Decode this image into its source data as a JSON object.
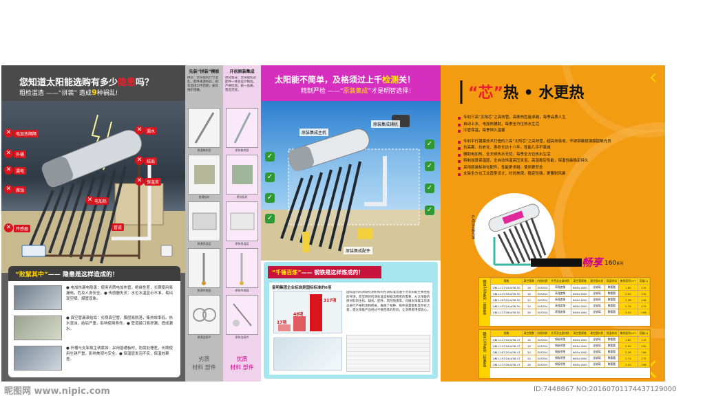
{
  "panel1": {
    "title_pre": "您知道太阳能选购有多少",
    "title_highlight": "隐患",
    "title_post": "吗？",
    "subtitle_pre": "粗检滥造 ——“拼装” 造成",
    "subtitle_num": "9",
    "subtitle_post": "种祸乱!",
    "tags": [
      "电加热隔隔",
      "漏水",
      "外桶",
      "漏电",
      "腐蚀",
      "结垢",
      "保温差",
      "电加热",
      "传感器",
      "管道"
    ],
    "box_title_pre": "“败絮其中”",
    "box_title_post": "—— 隐患是这样造成的！",
    "faults": [
      "● 电加热漏电隐患：使用劣质电加热管，绝缘性差，长期使用易漏电，危及人身安全。● 传感器失灵：水位水温显示不准，易出现空晒、爆管现象。",
      "● 真空管漏滚结垢：劣质真空管，膜层易脱落，集热效率低。热水混浊，结垢严重，影响使用寿命。● 管道接口易渗漏，造成漏水。",
      "● 外桶与支架易生锈腐蚀：采用普通板材，防腐处理差，长期使用生锈严重，影响美观与安全。● 保温层发泡不实，保温效果差。"
    ]
  },
  "panel2": {
    "colA_title": "先装“拼装”模板",
    "colB_title": "开创原装集成",
    "colA_text": "拼装：太阳能机尺寸混乱，配件来源各异，组装后接口不匹配，安装维护困难。",
    "colB_text": "原装集成：太阳能机及配件一体化设计制造，严格检测，统一品质，售后无忧。",
    "colA_caps": [
      "普通集热管",
      "普通板材",
      "普通保温层",
      "普通传感器",
      "普通连接件"
    ],
    "colB_caps": [
      "原装集热管",
      "原装板材",
      "原装保温层",
      "原装传感器",
      "原装连接件"
    ],
    "colA_bottom_1": "劣质",
    "colA_bottom_2": "材料 部件",
    "colB_bottom_1": "优质",
    "colB_bottom_2": "材料 部件"
  },
  "panel3": {
    "title_pre": "太阳能不简单，及格须过上千",
    "title_highlight": "检测",
    "title_post": "关！",
    "subtitle_pre": "精制严检 ——“",
    "subtitle_highlight": "原装集成",
    "subtitle_post": "”才是明智选择！",
    "labels": [
      "原装集成主机",
      "原装集成辅机",
      "原装集成配件"
    ],
    "box_title_pre": "“千锤百炼”",
    "box_title_post": "—— 钢铁是这样炼成的！",
    "inner_title": "皇明集团企业标准是国标标准的6倍",
    "bar_values": [
      "317项",
      "48项",
      "17项"
    ],
    "inner_text": "国际国内同领域检测机构的检测标准普遍于对太阳能主要性能的评测，而皇明的检测标准是根据消费者的需要，从太阳能的原材料到主机、辅机、配件、风险隐患等，均做太阳能工作状态进行严格检测和把关，确保了每种、每件质量都有其存在之意，使太阳能产品经过千锤百炼的检验，让消费者用得放心。"
  },
  "panel4": {
    "title_mark_open": "“",
    "title_highlight": "芯",
    "title_mark_close": "”",
    "title_post": "热 • 水更热",
    "features": [
      "专利三高“太阳芯”之高效管，高断热性能卓越，每季品质人生",
      "自动上水、电加热辅助，每季全方位热水生活",
      "冷管保温，每季恒久温馨",
      "专利平行镀膜技术打造的三高“太阳芯”之高效管，超高效吸收，不锈钢聚拢钢膜层聚光良",
      "抗高寒、抗老化、寿命长达十八年，性能几乎不衰减",
      "辅助电加热，全天候热水无忧，每季全方位热水生活",
      "特制加厚保温层，全自动恒温高压发泡，高温稳定性能，保温性能稳定持久",
      "采用原装标准化配件，性能更卓越，使用更安全",
      "支架全方位工业造型设计，时尚美观，稳定性强，更要耐风暴"
    ],
    "product_caption": "产品以实物为准",
    "brand_name": "畅享",
    "brand_model": "160",
    "brand_model_suffix": "系列",
    "series_a_label": "畅享160系列（高管型）",
    "series_b_label": "畅享160系列（标准型）",
    "spec_headers": [
      "规格",
      "真空管数",
      "内胆材质",
      "外壳及支架材质",
      "真空管规格",
      "真空管材质",
      "保温材料",
      "集热面积(m²)",
      "容量(L)"
    ],
    "spec_rows_a": [
      [
        "QBJ1-127/16/4/58-50",
        "16",
        "SUS304",
        "高强度钢",
        "Φ58×1800",
        "全玻璃",
        "聚氨酯",
        "1.82",
        "115"
      ],
      [
        "QBJ1-147/18/4/58-50",
        "18",
        "SUS304",
        "高强度钢",
        "Φ58×1800",
        "全玻璃",
        "聚氨酯",
        "2.05",
        "130"
      ],
      [
        "QBJ1-167/20/4/58-50",
        "20",
        "SUS304",
        "高强度钢",
        "Φ58×1800",
        "全玻璃",
        "聚氨酯",
        "2.28",
        "146"
      ],
      [
        "QBJ1-197/24/4/58-50",
        "24",
        "SUS304",
        "高强度钢",
        "Φ58×1800",
        "全玻璃",
        "聚氨酯",
        "2.74",
        "175"
      ],
      [
        "QBJ1-237/28/4/58-50",
        "28",
        "SUS304",
        "高强度钢",
        "Φ58×1800",
        "全玻璃",
        "聚氨酯",
        "3.20",
        "196"
      ]
    ],
    "spec_rows_b": [
      [
        "QBJ1-127/16/4/58-47",
        "16",
        "SUS304",
        "钢板喷塑",
        "Φ58×1800",
        "全玻璃",
        "聚氨酯",
        "1.82",
        "115"
      ],
      [
        "QBJ1-147/18/4/58-47",
        "18",
        "SUS304",
        "钢板喷塑",
        "Φ58×1800",
        "全玻璃",
        "聚氨酯",
        "2.05",
        "130"
      ],
      [
        "QBJ1-167/20/4/58-47",
        "20",
        "SUS304",
        "钢板喷塑",
        "Φ58×1800",
        "全玻璃",
        "聚氨酯",
        "2.28",
        "146"
      ],
      [
        "QBJ1-197/24/4/58-47",
        "24",
        "SUS304",
        "钢板喷塑",
        "Φ58×1800",
        "全玻璃",
        "聚氨酯",
        "2.74",
        "175"
      ],
      [
        "QBJ1-237/28/4/58-47",
        "28",
        "SUS304",
        "钢板喷塑",
        "Φ58×1800",
        "全玻璃",
        "聚氨酯",
        "3.20",
        "196"
      ]
    ]
  },
  "watermark": {
    "logo": "昵图网 www.nipic.com",
    "id_text": "ID:7448867 NO:20160701174437129000"
  },
  "colors": {
    "accent_red": "#e8212b",
    "magenta": "#d62fbf",
    "orange": "#f39c12",
    "yellow": "#ffd200"
  }
}
